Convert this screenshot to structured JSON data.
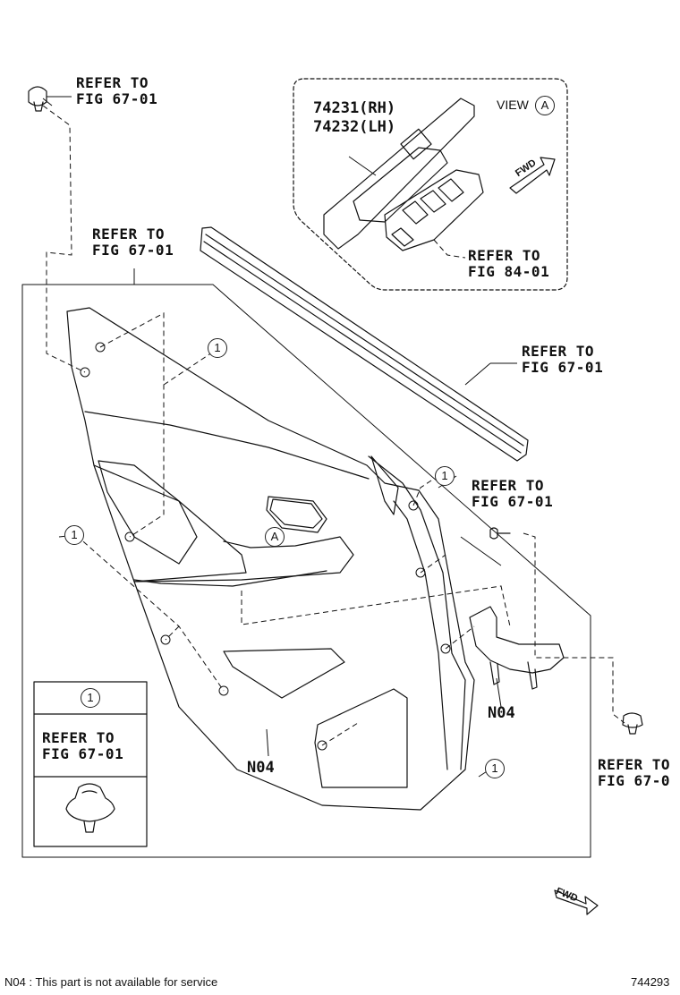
{
  "callout_circle": "1",
  "view_circle": "A",
  "view_label": "VIEW",
  "fwd_label": "FWD",
  "refer_line1": "REFER TO",
  "refer_fig6701": "FIG 67-01",
  "refer_fig8401": "FIG 84-01",
  "refer_fig6701_cut": "FIG 67-0",
  "part_rh": "74231(RH)",
  "part_lh": "74232(LH)",
  "n04": "N04",
  "footnote": "N04 : This part is not available for service",
  "diagram_id": "744293",
  "colors": {
    "line": "#111111",
    "background": "#ffffff"
  }
}
